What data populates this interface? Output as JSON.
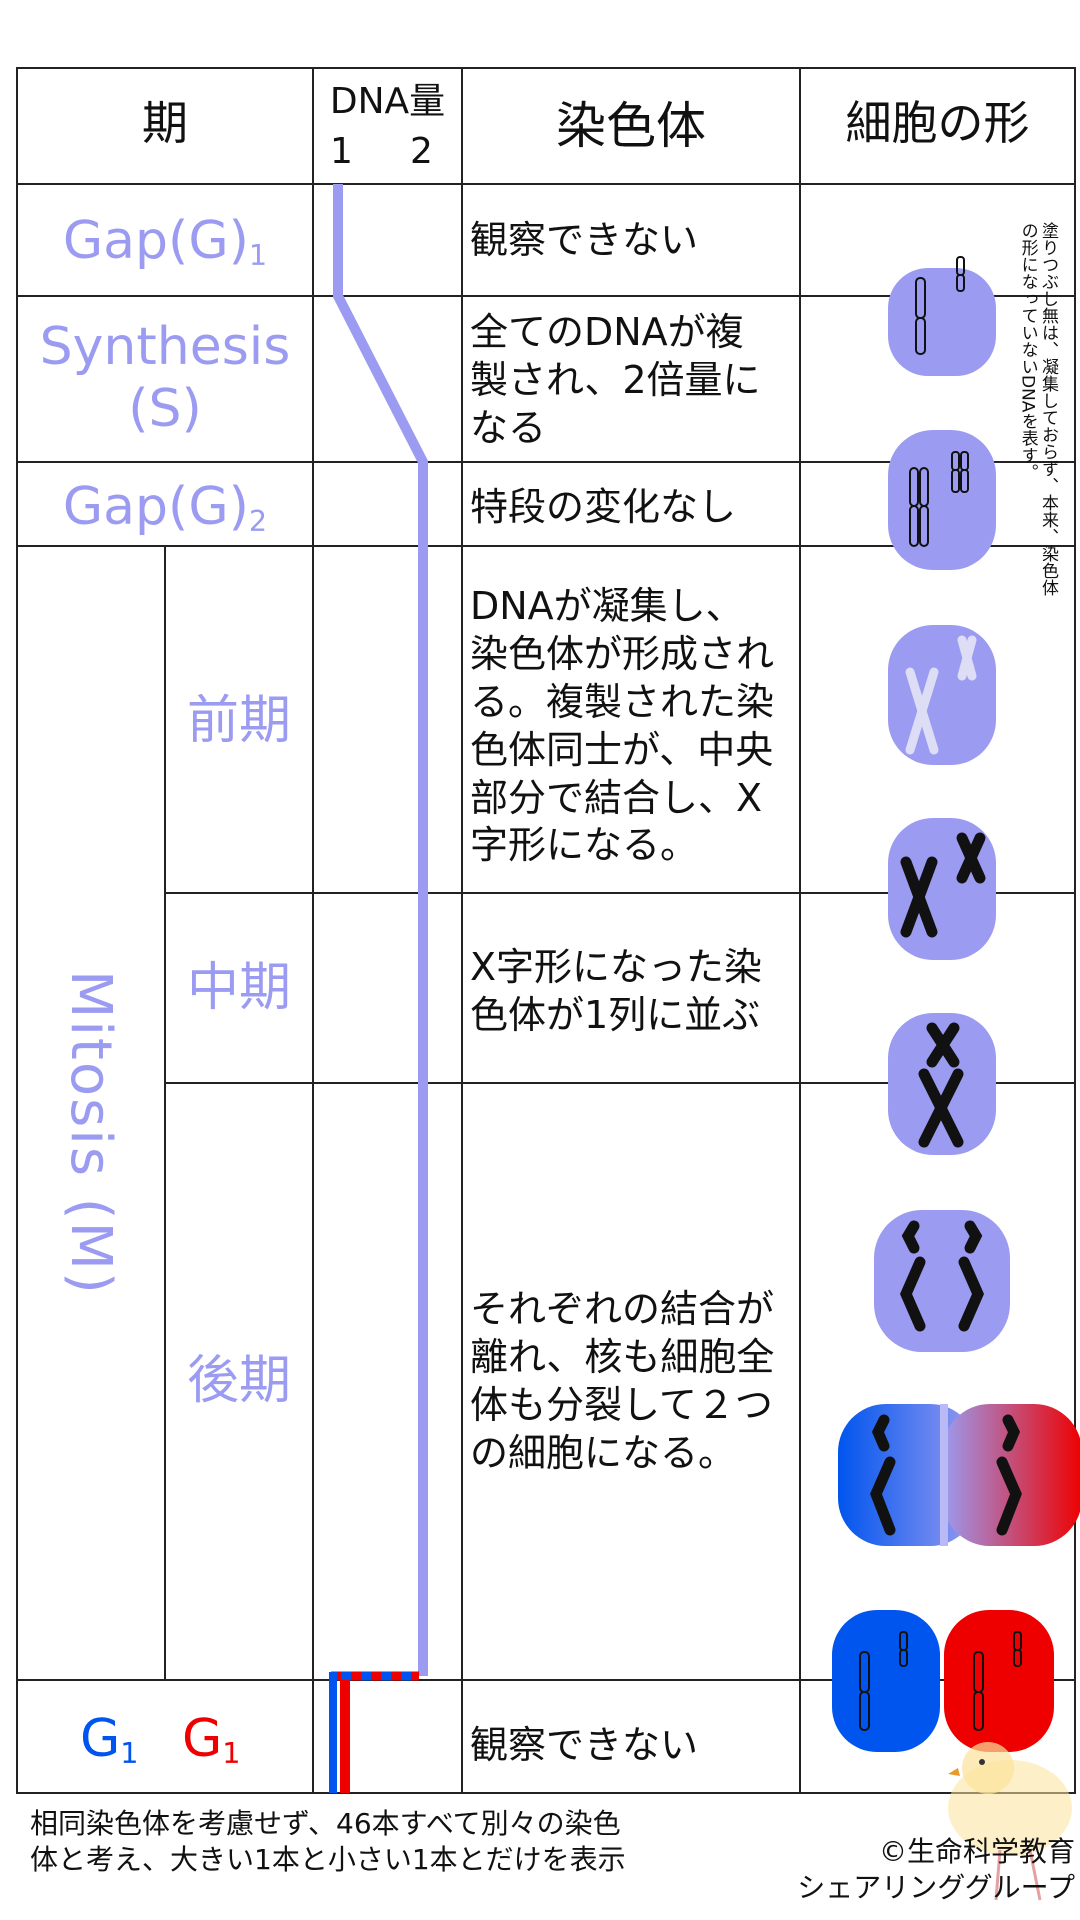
{
  "headers": {
    "phase": "期",
    "dna_amount": "DNA量",
    "dna_tick_1": "1",
    "dna_tick_2": "2",
    "chromosome": "染色体",
    "cell_shape": "細胞の形"
  },
  "rows": [
    {
      "phase_main": "Gap(G)",
      "phase_sub": "1",
      "description": "観察できない"
    },
    {
      "phase_line1": "Synthesis",
      "phase_line2": "(S)",
      "description": "全てのDNAが複\n製され、2倍量に\nなる"
    },
    {
      "phase_main": "Gap(G)",
      "phase_sub": "2",
      "description": "特段の変化なし"
    },
    {
      "phase": "前期",
      "description": "DNAが凝集し、\n染色体が形成され\nる。複製された染\n色体同士が、中央\n部分で結合し、X\n字形になる。"
    },
    {
      "phase": "中期",
      "description": "X字形になった染\n色体が1列に並ぶ"
    },
    {
      "phase": "後期",
      "description": "それぞれの結合が\n離れ、核も細胞全\n体も分裂して２つ\nの細胞になる。"
    },
    {
      "phase_g1_main": "G",
      "phase_g1_sub": "1",
      "description": "観察できない"
    }
  ],
  "mitosis_label": "Mitosis (M)",
  "side_note": "塗りつぶし無は、凝集しておらず、本来、染色体の形になっていないDNAを表す。",
  "footer_note": "相同染色体を考慮せず、46本すべて別々の染色\n体と考え、大きい1本と小さい1本とだけを表示",
  "credit": "©生命科学教育\nシェアリンググループ",
  "colors": {
    "phase_text": "#9b9cf1",
    "dna_line": "#9b9cf1",
    "cell_fill": "#9b9cf1",
    "daughter_blue": "#0055ee",
    "daughter_red": "#ee0000",
    "grid": "#222222"
  },
  "icons": [
    "cell-icon",
    "chromosome-icon",
    "chick-icon"
  ]
}
